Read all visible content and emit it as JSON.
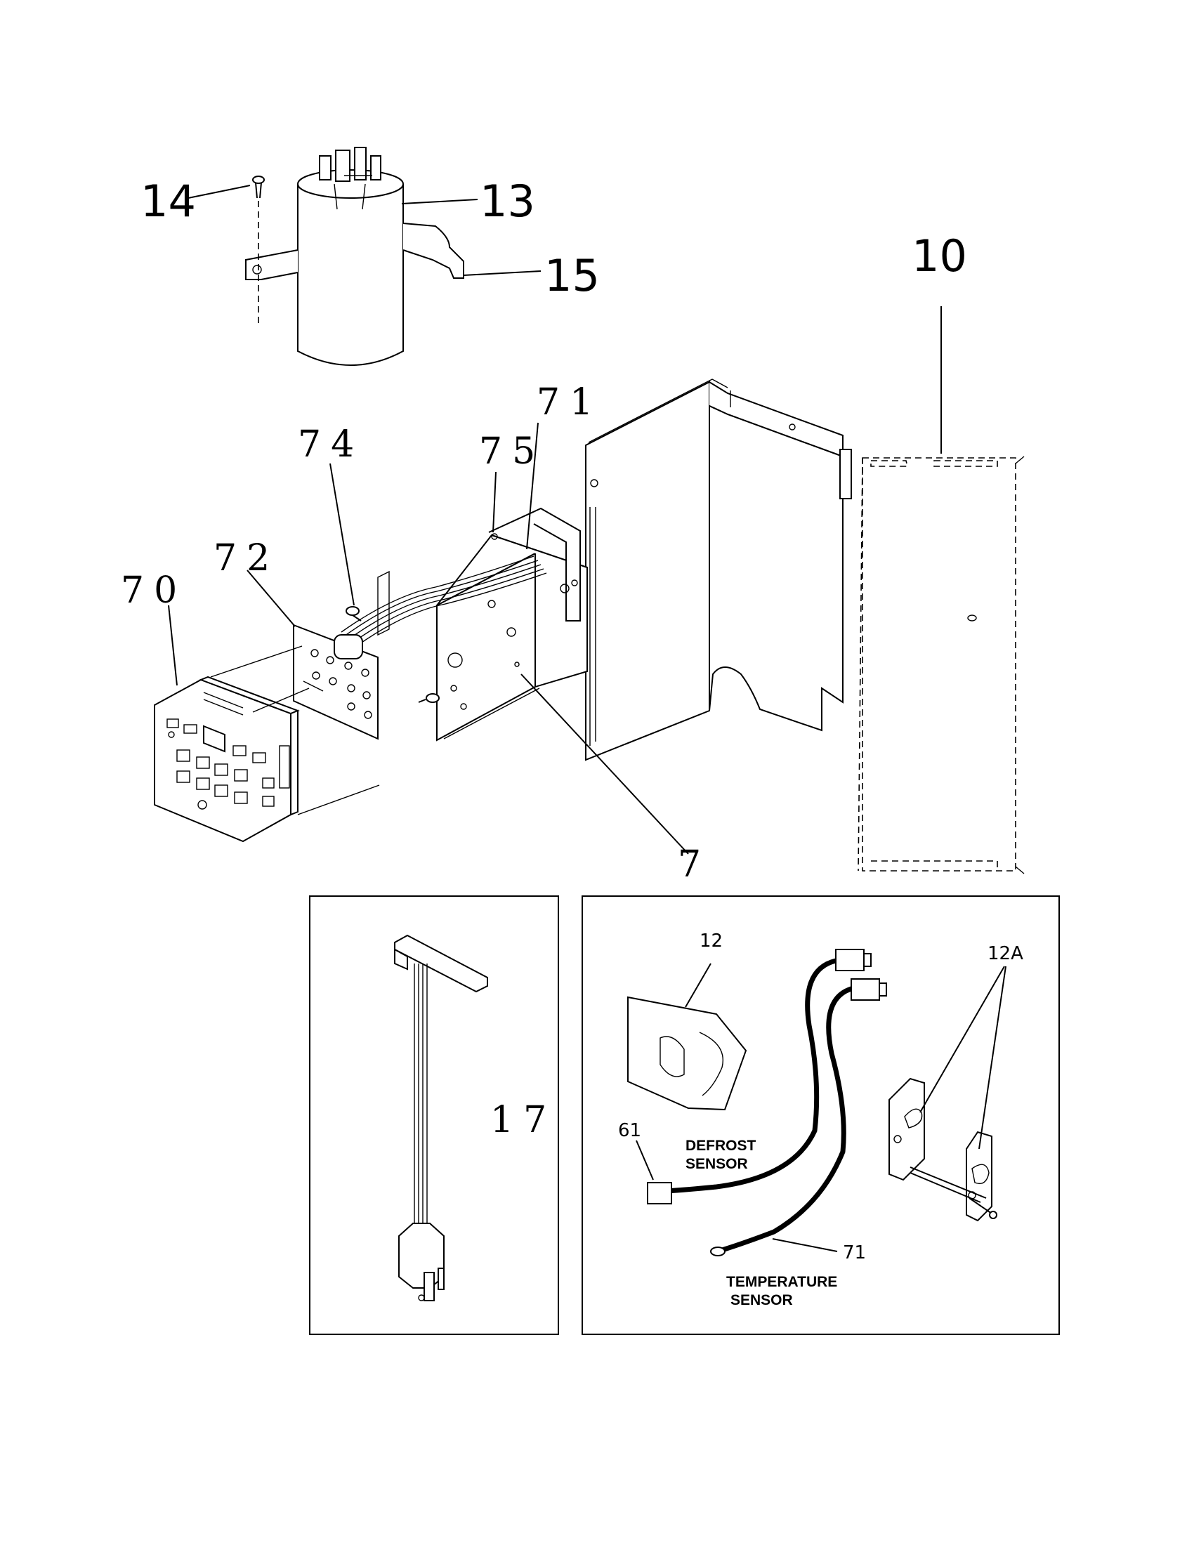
{
  "labels": {
    "p14": "14",
    "p13": "13",
    "p15": "15",
    "p10": "10",
    "p71": "71",
    "p75": "75",
    "p74": "74",
    "p72": "72",
    "p70": "70",
    "p7": "7",
    "p17": "17",
    "p12": "12",
    "p12a": "12A",
    "p61": "61",
    "p71b": "71",
    "defrost_line1": "DEFROST",
    "defrost_line2": "SENSOR",
    "temp_line1": "TEMPERATURE",
    "temp_line2": "SENSOR"
  }
}
